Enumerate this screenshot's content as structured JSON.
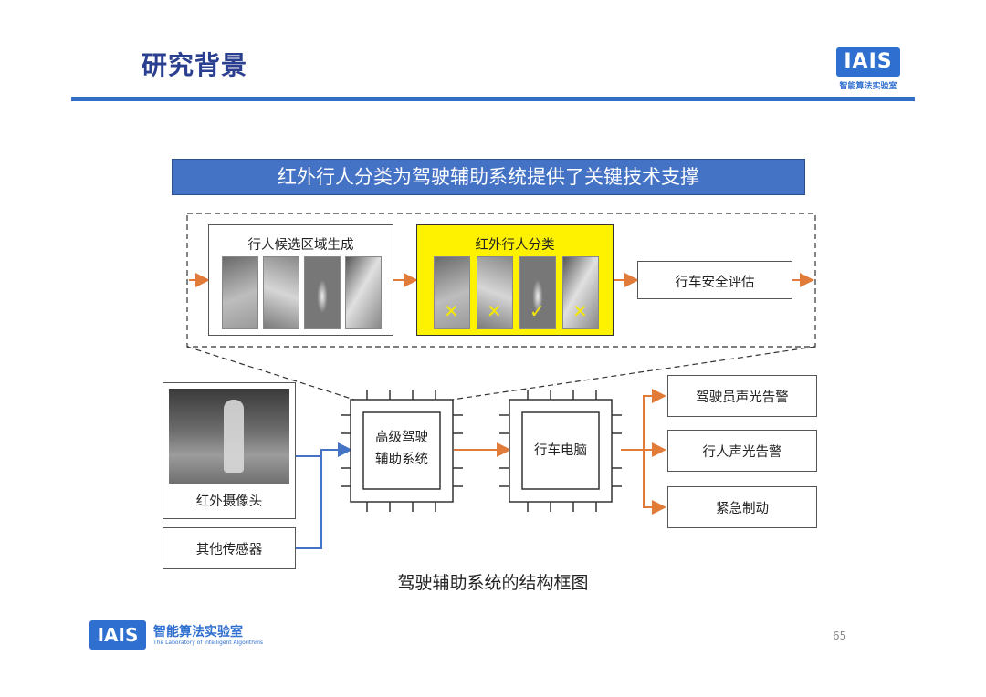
{
  "header": {
    "title": "研究背景",
    "logo_text": "IAIS",
    "logo_subtext": "智能算法实验室"
  },
  "banner": {
    "text": "红外行人分类为驾驶辅助系统提供了关键技术支撑"
  },
  "pipeline": {
    "stage1_label": "行人候选区域生成",
    "stage2_label": "红外行人分类",
    "stage2_marks": [
      "✕",
      "✕",
      "✓",
      "✕"
    ],
    "stage3_label": "行车安全评估"
  },
  "system": {
    "camera_label": "红外摄像头",
    "sensor_label": "其他传感器",
    "adas_label_line1": "高级驾驶",
    "adas_label_line2": "辅助系统",
    "computer_label": "行车电脑",
    "outputs": [
      "驾驶员声光告警",
      "行人声光告警",
      "紧急制动"
    ]
  },
  "caption": "驾驶辅助系统的结构框图",
  "footer": {
    "logo_text": "IAIS",
    "lab_name": "智能算法实验室",
    "lab_name_en": "The Laboratory of Intelligent Algorithms",
    "page_number": "65"
  },
  "colors": {
    "accent_blue": "#2e6fc5",
    "arrow_orange": "#e07b39",
    "arrow_blue": "#4472c4",
    "highlight_yellow": "#fff200"
  }
}
